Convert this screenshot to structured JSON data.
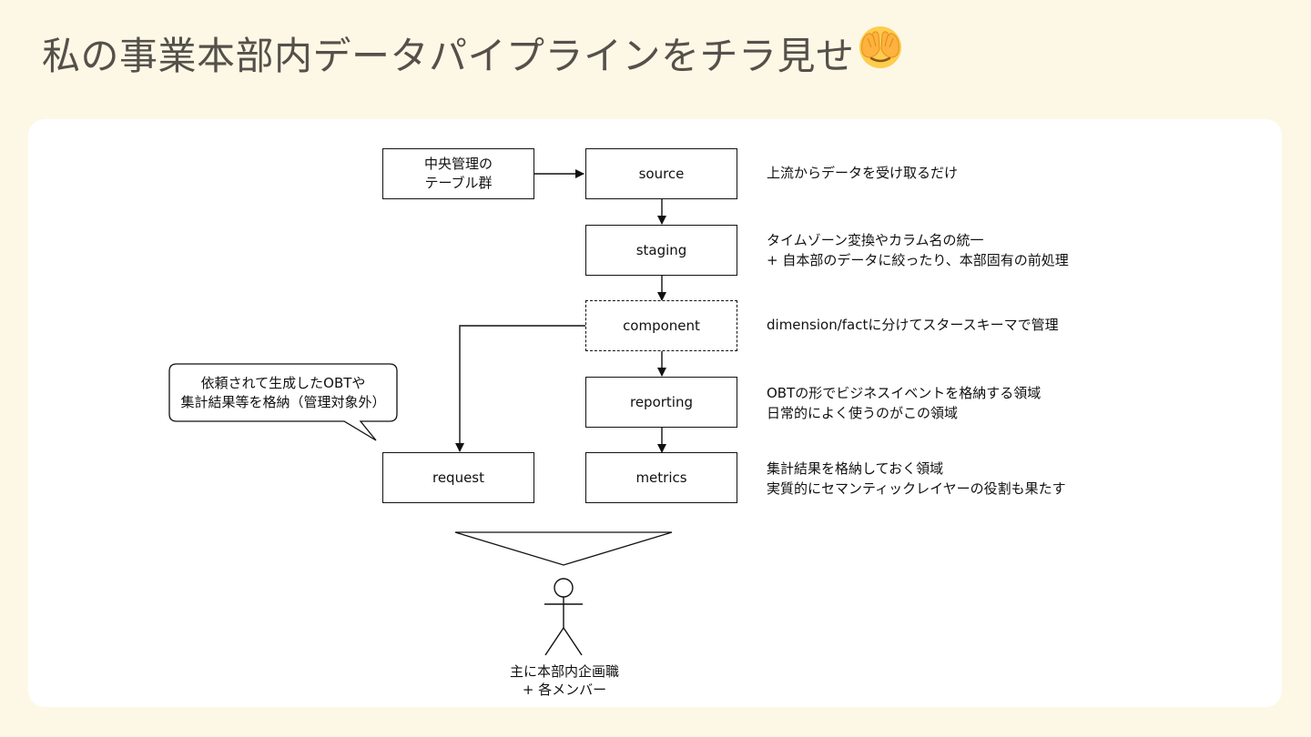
{
  "title": "私の事業本部内データパイプラインをチラ見せ",
  "title_emoji": "face-with-hands-over-eyes",
  "diagram": {
    "source_group": {
      "line1": "中央管理の",
      "line2": "テーブル群"
    },
    "nodes": {
      "source": "source",
      "staging": "staging",
      "component": "component",
      "reporting": "reporting",
      "metrics": "metrics",
      "request": "request"
    },
    "descriptions": {
      "source": {
        "line1": "上流からデータを受け取るだけ"
      },
      "staging": {
        "line1": "タイムゾーン変換やカラム名の統一",
        "line2": "+ 自本部のデータに絞ったり、本部固有の前処理"
      },
      "component": {
        "line1": "dimension/factに分けてスタースキーマで管理"
      },
      "reporting": {
        "line1": "OBTの形でビジネスイベントを格納する領域",
        "line2": "日常的によく使うのがこの領域"
      },
      "metrics": {
        "line1": "集計結果を格納しておく領域",
        "line2": "実質的にセマンティックレイヤーの役割も果たす"
      }
    },
    "callout": {
      "line1": "依頼されて生成したOBTや",
      "line2": "集計結果等を格納（管理対象外）"
    },
    "actor": {
      "line1": "主に本部内企画職",
      "line2": "+ 各メンバー"
    }
  }
}
